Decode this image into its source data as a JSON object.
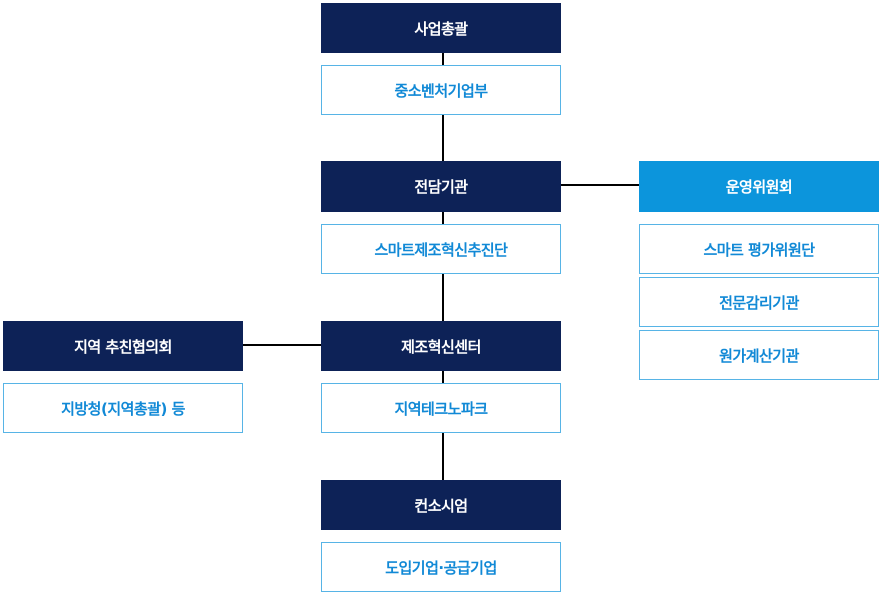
{
  "center_column": {
    "business_overall": {
      "header": "사업총괄",
      "body": "중소벤처기업부"
    },
    "dedicated_agency": {
      "header": "전담기관",
      "body": "스마트제조혁신추진단"
    },
    "innovation_center": {
      "header": "제조혁신센터",
      "body": "지역테크노파크"
    },
    "consortium": {
      "header": "컨소시엄",
      "body": "도입기업·공급기업"
    }
  },
  "right_column": {
    "committee": {
      "header": "운영위원회",
      "items": [
        "스마트 평가위원단",
        "전문감리기관",
        "원가계산기관"
      ]
    }
  },
  "left_column": {
    "regional_council": {
      "header": "지역 추친협의회",
      "body": "지방청(지역총괄) 등"
    }
  },
  "colors": {
    "dark_navy": "#0d2257",
    "accent_blue": "#0c95dc",
    "outline_blue": "#57b4e6",
    "text_blue": "#1189d6"
  }
}
